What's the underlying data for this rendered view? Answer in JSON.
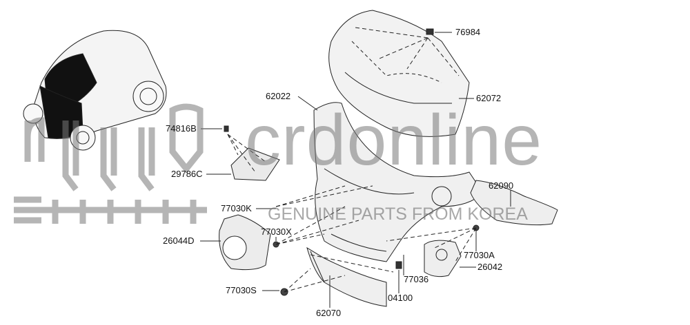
{
  "watermark": {
    "brand": "crdonline",
    "tagline": "GENUINE PARTS FROM KOREA"
  },
  "parts": [
    {
      "id": "p1",
      "number": "76984"
    },
    {
      "id": "p2",
      "number": "62072"
    },
    {
      "id": "p3",
      "number": "62022"
    },
    {
      "id": "p4",
      "number": "74816B"
    },
    {
      "id": "p5",
      "number": "29786C"
    },
    {
      "id": "p6",
      "number": "62090"
    },
    {
      "id": "p7",
      "number": "77030K"
    },
    {
      "id": "p8",
      "number": "77030X"
    },
    {
      "id": "p9",
      "number": "26044D"
    },
    {
      "id": "p10",
      "number": "77030A"
    },
    {
      "id": "p11",
      "number": "26042"
    },
    {
      "id": "p12",
      "number": "77036"
    },
    {
      "id": "p13",
      "number": "77030S"
    },
    {
      "id": "p14",
      "number": "04100"
    },
    {
      "id": "p15",
      "number": "62070"
    }
  ]
}
